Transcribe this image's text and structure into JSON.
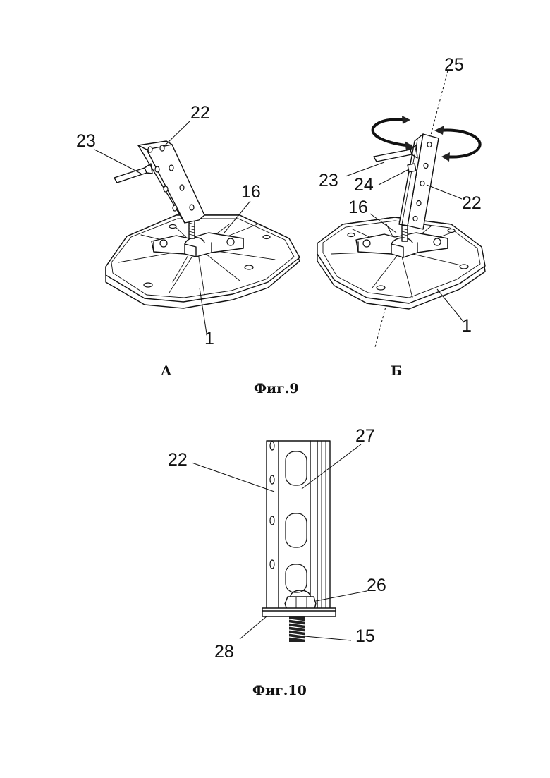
{
  "figure9": {
    "caption": "Фиг.9",
    "view_a": {
      "label": "А",
      "callouts": {
        "c22": "22",
        "c23": "23",
        "c16": "16",
        "c1": "1"
      }
    },
    "view_b": {
      "label": "Б",
      "callouts": {
        "c25": "25",
        "c23": "23",
        "c24": "24",
        "c22": "22",
        "c16": "16",
        "c1": "1"
      }
    }
  },
  "figure10": {
    "caption": "Фиг.10",
    "callouts": {
      "c22": "22",
      "c27": "27",
      "c26": "26",
      "c15": "15",
      "c28": "28"
    }
  }
}
